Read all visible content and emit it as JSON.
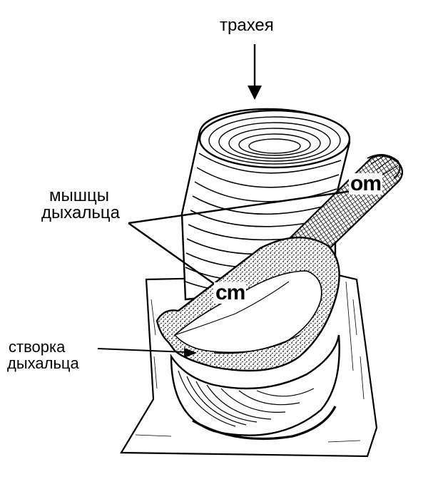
{
  "labels": {
    "trachea": "трахея",
    "muscles_line1": "мышцы",
    "muscles_line2": "дыхальца",
    "valve_line1": "створка",
    "valve_line2": "дыхальца",
    "om": "om",
    "cm": "cm"
  },
  "colors": {
    "ink": "#000000",
    "paper": "#ffffff"
  }
}
